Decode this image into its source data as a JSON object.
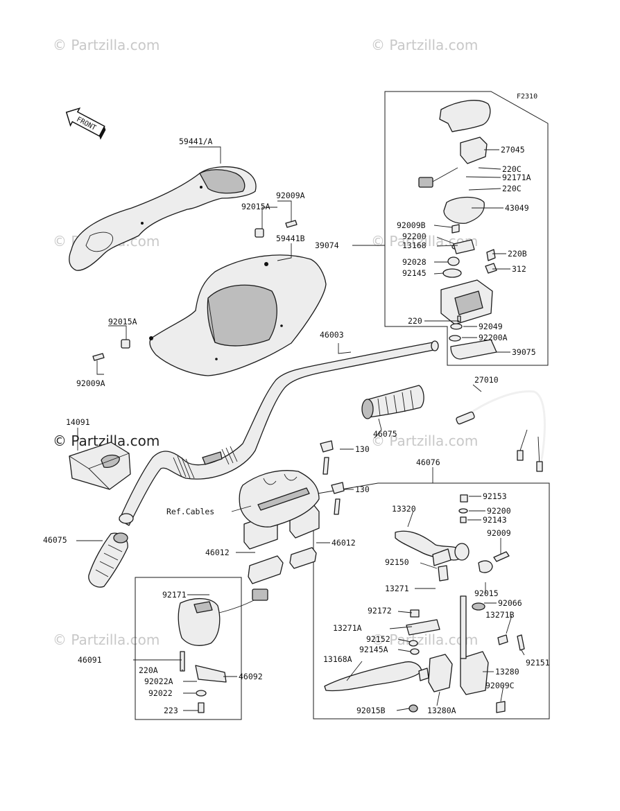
{
  "watermark": "© Partzilla.com",
  "figure_code": "F2310",
  "front_label": "FRONT",
  "part_labels": [
    {
      "id": "59441A",
      "text": "59441/A"
    },
    {
      "id": "92009A_top",
      "text": "92009A"
    },
    {
      "id": "92015A_top",
      "text": "92015A"
    },
    {
      "id": "59441B",
      "text": "59441B"
    },
    {
      "id": "92015A_left",
      "text": "92015A"
    },
    {
      "id": "92009A_left",
      "text": "92009A"
    },
    {
      "id": "46003",
      "text": "46003"
    },
    {
      "id": "14091",
      "text": "14091"
    },
    {
      "id": "46075_right",
      "text": "46075"
    },
    {
      "id": "46075_left",
      "text": "46075"
    },
    {
      "id": "27010",
      "text": "27010"
    },
    {
      "id": "39074",
      "text": "39074"
    },
    {
      "id": "27045",
      "text": "27045"
    },
    {
      "id": "220C_a",
      "text": "220C"
    },
    {
      "id": "92171A",
      "text": "92171A"
    },
    {
      "id": "220C_b",
      "text": "220C"
    },
    {
      "id": "43049",
      "text": "43049"
    },
    {
      "id": "92009B",
      "text": "92009B"
    },
    {
      "id": "92200",
      "text": "92200"
    },
    {
      "id": "13168",
      "text": "13168"
    },
    {
      "id": "220B",
      "text": "220B"
    },
    {
      "id": "92028",
      "text": "92028"
    },
    {
      "id": "312",
      "text": "312"
    },
    {
      "id": "92145",
      "text": "92145"
    },
    {
      "id": "220",
      "text": "220"
    },
    {
      "id": "92049",
      "text": "92049"
    },
    {
      "id": "92200A",
      "text": "92200A"
    },
    {
      "id": "39075",
      "text": "39075"
    },
    {
      "id": "130_a",
      "text": "130"
    },
    {
      "id": "130_b",
      "text": "130"
    },
    {
      "id": "ref_cables",
      "text": "Ref.Cables"
    },
    {
      "id": "46012_a",
      "text": "46012"
    },
    {
      "id": "46012_b",
      "text": "46012"
    },
    {
      "id": "46076",
      "text": "46076"
    },
    {
      "id": "13320",
      "text": "13320"
    },
    {
      "id": "92153",
      "text": "92153"
    },
    {
      "id": "92200_b",
      "text": "92200"
    },
    {
      "id": "92143",
      "text": "92143"
    },
    {
      "id": "92009",
      "text": "92009"
    },
    {
      "id": "92150",
      "text": "92150"
    },
    {
      "id": "13271",
      "text": "13271"
    },
    {
      "id": "92015",
      "text": "92015"
    },
    {
      "id": "92066",
      "text": "92066"
    },
    {
      "id": "92172",
      "text": "92172"
    },
    {
      "id": "13271B",
      "text": "13271B"
    },
    {
      "id": "13271A",
      "text": "13271A"
    },
    {
      "id": "92152",
      "text": "92152"
    },
    {
      "id": "92145A",
      "text": "92145A"
    },
    {
      "id": "92151",
      "text": "92151"
    },
    {
      "id": "13168A",
      "text": "13168A"
    },
    {
      "id": "13280",
      "text": "13280"
    },
    {
      "id": "92009C",
      "text": "92009C"
    },
    {
      "id": "92015B",
      "text": "92015B"
    },
    {
      "id": "13280A",
      "text": "13280A"
    },
    {
      "id": "92171",
      "text": "92171"
    },
    {
      "id": "46091",
      "text": "46091"
    },
    {
      "id": "220A",
      "text": "220A"
    },
    {
      "id": "46092",
      "text": "46092"
    },
    {
      "id": "92022A",
      "text": "92022A"
    },
    {
      "id": "92022",
      "text": "92022"
    },
    {
      "id": "223",
      "text": "223"
    }
  ]
}
